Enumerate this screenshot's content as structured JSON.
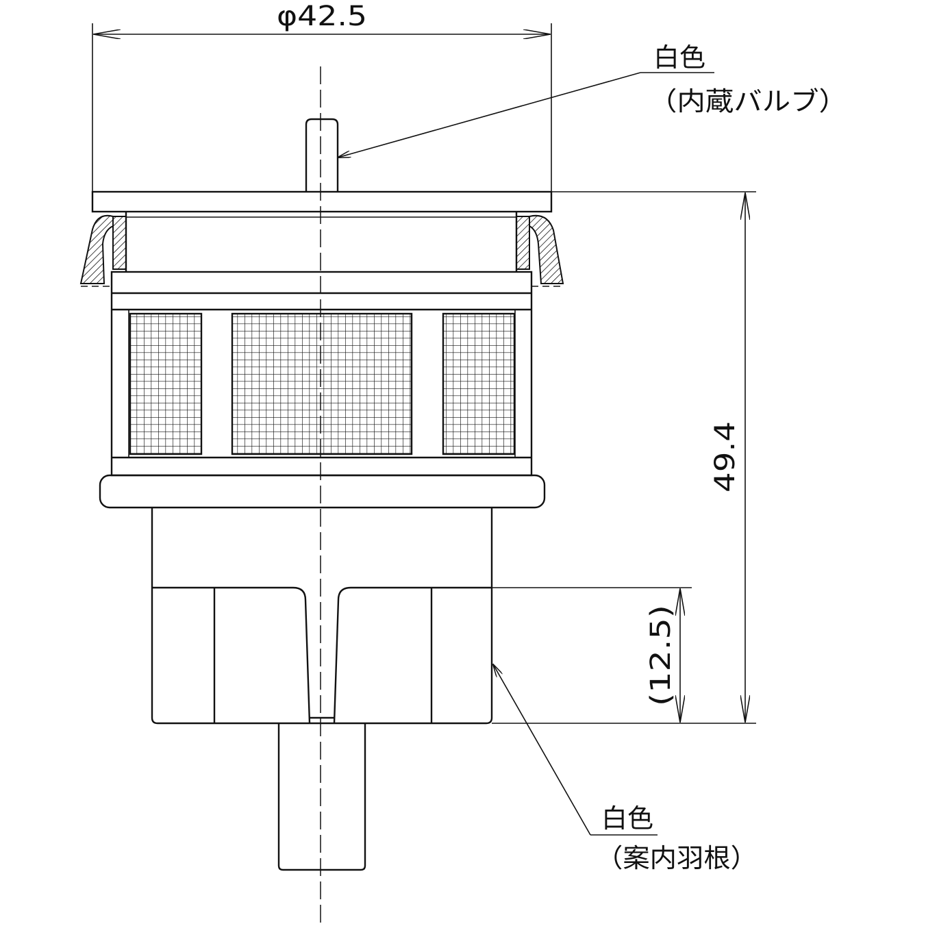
{
  "dimensions": {
    "diameter": "φ42.5",
    "height": "49.4",
    "lower": "(12.5)"
  },
  "callouts": {
    "top": {
      "color": "白色",
      "part": "（内蔵バルブ）"
    },
    "bottom": {
      "color": "白色",
      "part": "（案内羽根）"
    }
  }
}
